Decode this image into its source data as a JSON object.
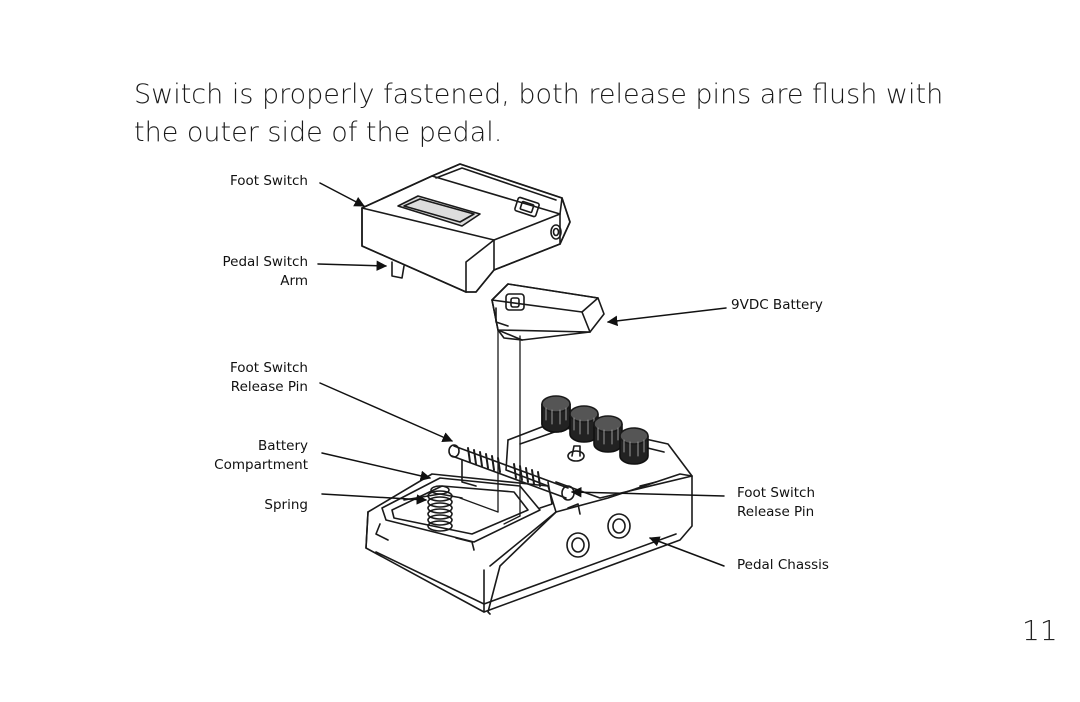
{
  "intro_text": "Switch is properly fastened, both release pins are flush with the outer side of the pedal.",
  "labels": {
    "foot_switch": "Foot Switch",
    "pedal_switch_arm_1": "Pedal Switch",
    "pedal_switch_arm_2": "Arm",
    "release_pin_left_1": "Foot Switch",
    "release_pin_left_2": "Release Pin",
    "battery_comp_1": "Battery",
    "battery_comp_2": "Compartment",
    "spring": "Spring",
    "battery": "9VDC Battery",
    "release_pin_right_1": "Foot Switch",
    "release_pin_right_2": "Release Pin",
    "pedal_chassis": "Pedal Chassis"
  },
  "page_number": "11"
}
